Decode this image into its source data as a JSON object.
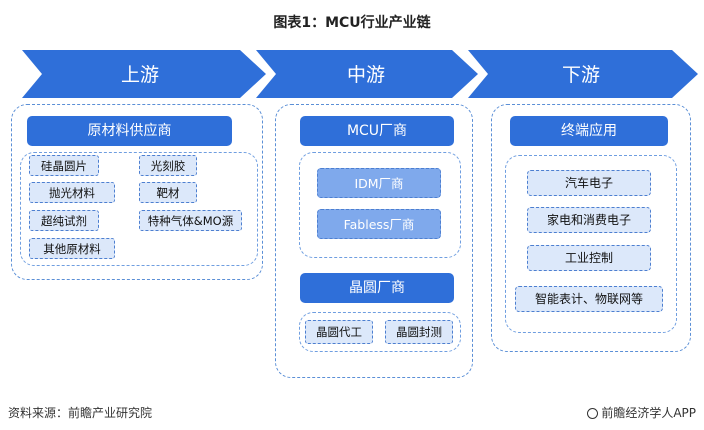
{
  "title": "图表1：MCU行业产业链",
  "stages": {
    "upstream": "上游",
    "midstream": "中游",
    "downstream": "下游"
  },
  "upstream": {
    "header": "原材料供应商",
    "items": [
      "硅晶圆片",
      "光刻胶",
      "抛光材料",
      "靶材",
      "超纯试剂",
      "特种气体&MO源",
      "其他原材料"
    ]
  },
  "midstream": {
    "mcu_header": "MCU厂商",
    "mcu_items": [
      "IDM厂商",
      "Fabless厂商"
    ],
    "wafer_header": "晶圆厂商",
    "wafer_items": [
      "晶圆代工",
      "晶圆封测"
    ]
  },
  "downstream": {
    "header": "终端应用",
    "items": [
      "汽车电子",
      "家电和消费电子",
      "工业控制",
      "智能表计、物联网等"
    ]
  },
  "footer": {
    "source": "资料来源：前瞻产业研究院",
    "brand": "前瞻经济学人APP"
  },
  "colors": {
    "arrow": "#2f6fd9",
    "header": "#2f6fd9",
    "chip_mid": "#7fa9ec",
    "chip_light": "#dce8fa",
    "border": "#5b8fd6"
  }
}
